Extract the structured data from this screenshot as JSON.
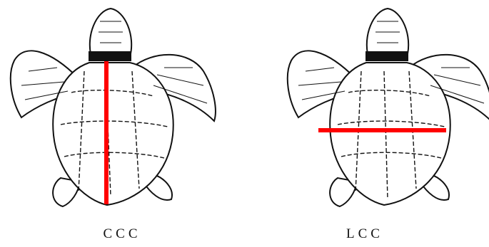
{
  "panels": [
    {
      "caption": "CCC",
      "measure_line_color": "#ff0000",
      "measure_line_orientation": "vertical"
    },
    {
      "caption": "LCC",
      "measure_line_color": "#ff0000",
      "measure_line_orientation": "horizontal"
    }
  ],
  "turtle_outline_color": "#111111"
}
